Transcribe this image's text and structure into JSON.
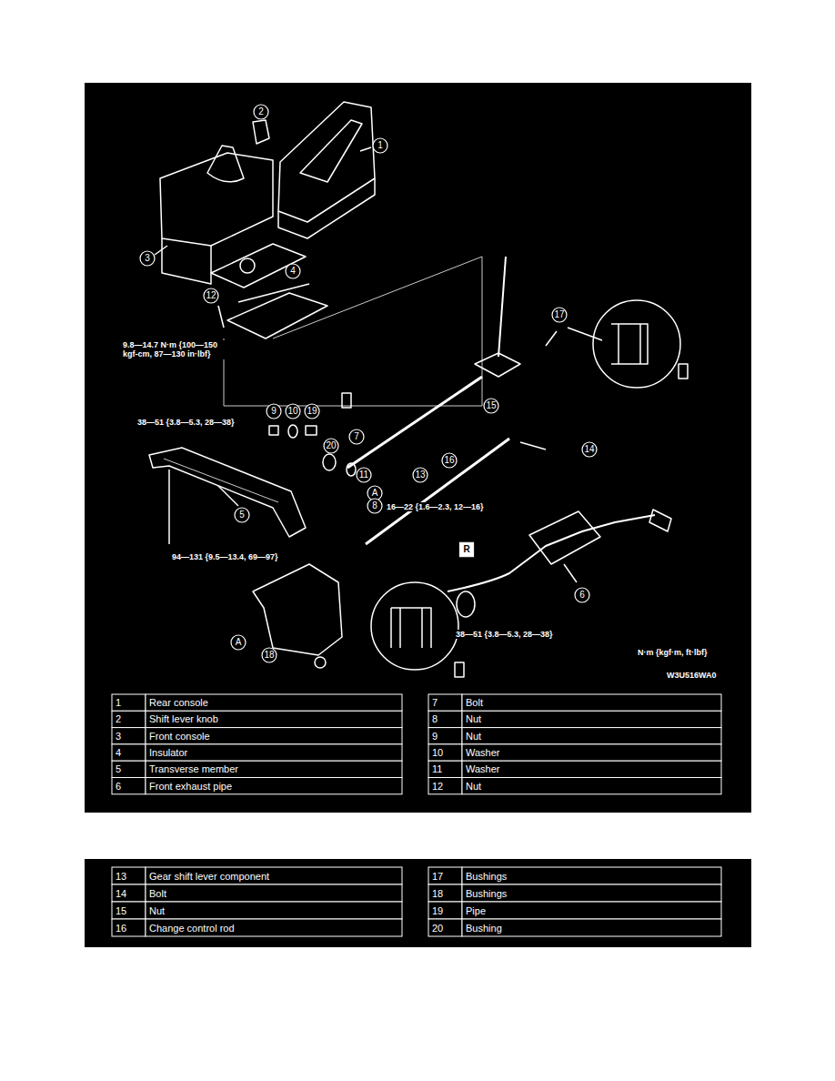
{
  "diagram": {
    "labels": [
      "1",
      "2",
      "3",
      "4",
      "12",
      "9.8—14.7 N·m {100—150 kgf-cm, 87—130 in·lbf}",
      "38—51 {3.8—5.3, 28—38}",
      "9",
      "10",
      "19",
      "20",
      "11",
      "A",
      "13",
      "17",
      "15",
      "14",
      "16",
      "7",
      "8",
      "16—22 {1.6—2.3, 12—16}",
      "R",
      "5",
      "94—131 {9.5—13.4, 69—97}",
      "6",
      "A",
      "18",
      "38—51 {3.8—5.3, 28—38}",
      "N·m {kgf·m, ft·lbf}",
      "W3U516WA0",
      "1",
      "Rear console",
      "2",
      "Shift lever knob",
      "3",
      "Front console",
      "4",
      "Insulator",
      "5",
      "Transverse member",
      "6",
      "Front exhaust pipe",
      "7",
      "Bolt",
      "8",
      "Nut",
      "9",
      "Nut",
      "10",
      "Washer",
      "11",
      "Washer",
      "12",
      "Nut",
      "13",
      "Gear shift lever component",
      "14",
      "Bolt",
      "15",
      "Nut",
      "16",
      "Change control rod",
      "17",
      "Bushings",
      "18",
      "Bushings",
      "19",
      "Pipe",
      "20",
      "Bushing"
    ]
  }
}
